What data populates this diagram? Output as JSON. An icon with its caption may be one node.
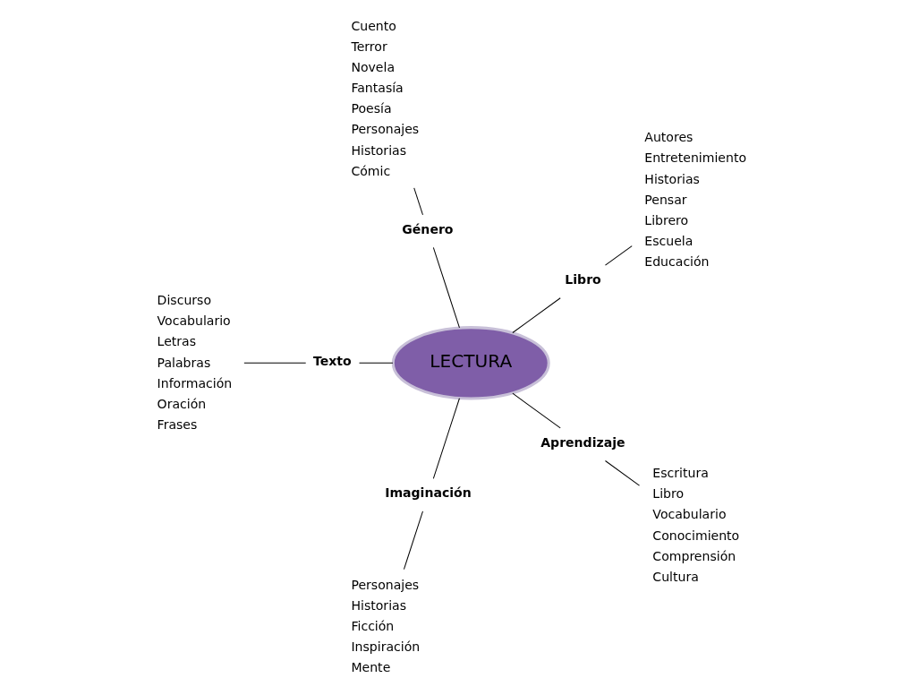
{
  "diagram": {
    "nodes": [
      {
        "text": [
          "LECTURA"
        ]
      },
      {
        "text": [
          "Libro"
        ]
      },
      {
        "text": [
          "Autores",
          "Entretenimiento",
          "Historias",
          "Pensar",
          "Librero",
          "Escuela",
          "Educación"
        ]
      },
      {
        "text": [
          "Género"
        ]
      },
      {
        "text": [
          "Cuento",
          "Terror",
          "Novela",
          "Fantasía",
          "Poesía",
          "Personajes",
          "Historias",
          "Cómic"
        ]
      },
      {
        "text": [
          "Texto"
        ]
      },
      {
        "text": [
          "Discurso",
          "Vocabulario",
          "Letras",
          "Palabras",
          "Información",
          "Oración",
          "Frases"
        ]
      },
      {
        "text": [
          "Imaginación"
        ]
      },
      {
        "text": [
          "Personajes",
          "Historias",
          "Ficción",
          "Inspiración",
          "Mente"
        ]
      },
      {
        "text": [
          "Aprendizaje"
        ]
      },
      {
        "text": [
          "Escritura",
          "Libro",
          "Vocabulario",
          "Conocimiento",
          "Comprensión",
          "Cultura"
        ]
      }
    ],
    "edges": [
      {
        "from": 0,
        "to": 1,
        "arrow": "none"
      },
      {
        "from": 1,
        "to": 2,
        "arrow": "none"
      },
      {
        "from": 0,
        "to": 3,
        "arrow": "none"
      },
      {
        "from": 3,
        "to": 4,
        "arrow": "none"
      },
      {
        "from": 0,
        "to": 5,
        "arrow": "none"
      },
      {
        "from": 5,
        "to": 6,
        "arrow": "none"
      },
      {
        "from": 0,
        "to": 7,
        "arrow": "none"
      },
      {
        "from": 7,
        "to": 8,
        "arrow": "none"
      },
      {
        "from": 0,
        "to": 9,
        "arrow": "none"
      },
      {
        "from": 9,
        "to": 10,
        "arrow": "none"
      }
    ]
  }
}
